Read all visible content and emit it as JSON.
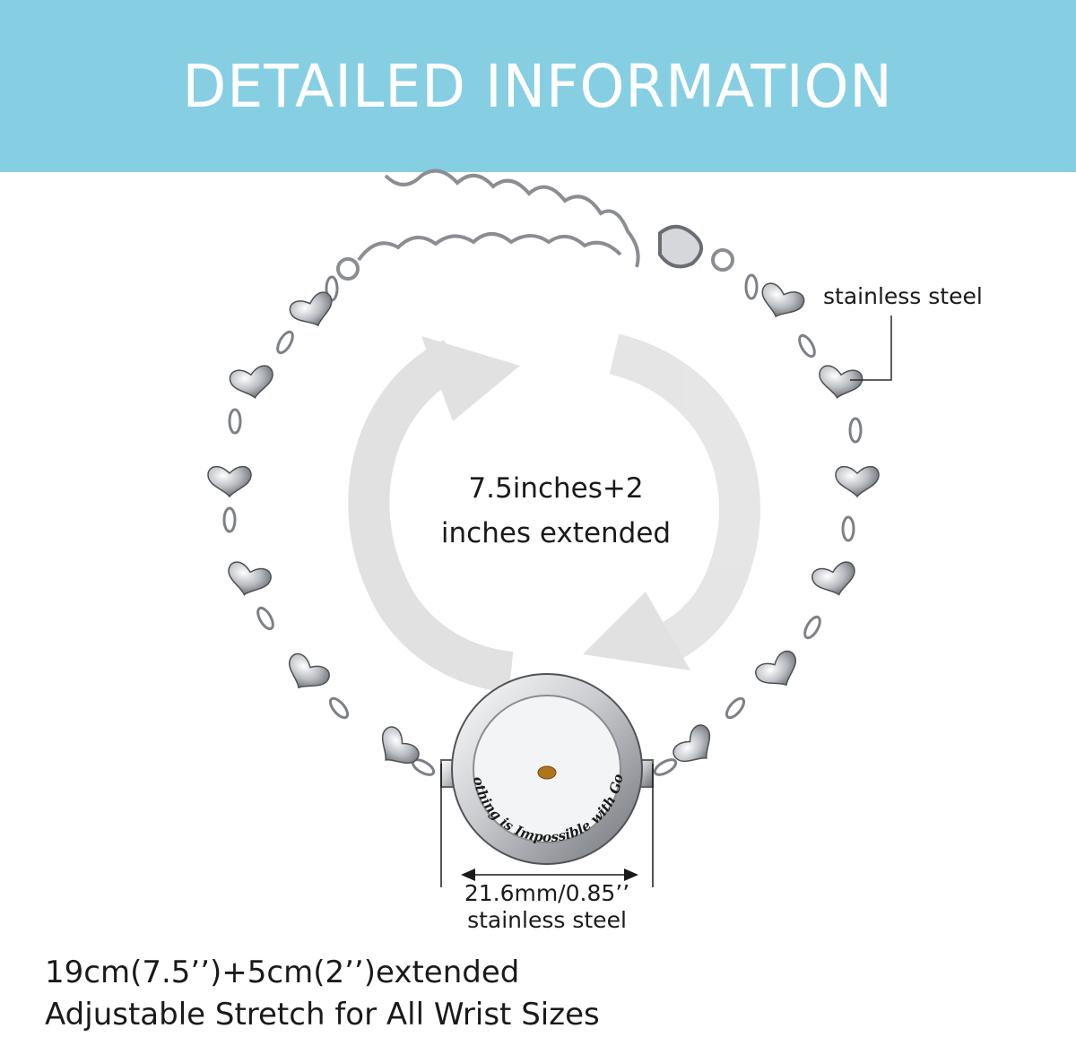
{
  "banner": {
    "title": "DETAILED INFORMATION",
    "background_color": "#86cfe2",
    "text_color": "#ffffff"
  },
  "product": {
    "length_label_line1": "7.5inches+2",
    "length_label_line2": "inches extended",
    "material_callout": "stainless steel",
    "pendant_diameter": "21.6mm/0.85’’",
    "pendant_material": "stainless steel",
    "pendant_engraving": "Nothing is Impossible with God",
    "icons": [
      "rotate-arrows-icon",
      "double-headed-arrow-icon",
      "heart-link-bracelet-image",
      "mustard-seed-pendant-image"
    ]
  },
  "footer": {
    "line1": "19cm(7.5’’)+5cm(2’’)extended",
    "line2": "Adjustable Stretch for All Wrist Sizes"
  }
}
